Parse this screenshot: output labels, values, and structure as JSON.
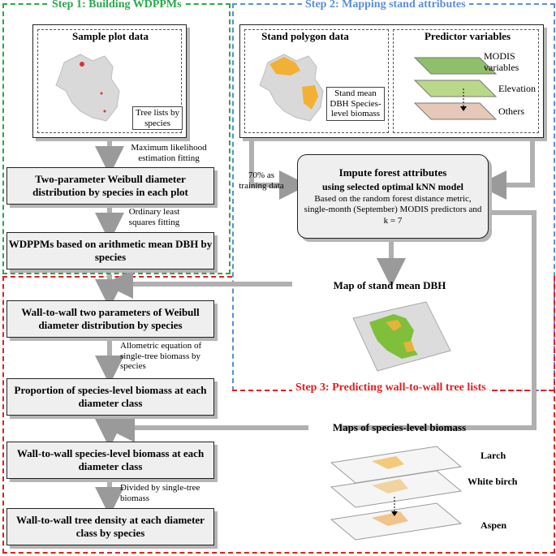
{
  "steps": {
    "step1": "Step 1: Building WDPPMs",
    "step2": "Step 2: Mapping stand attributes",
    "step3": "Step 3: Predicting wall-to-wall tree lists"
  },
  "colors": {
    "step1": "#2aa84a",
    "step2": "#5b8ed6",
    "step3": "#e02020"
  },
  "panels": {
    "sample_plot": {
      "title": "Sample plot data",
      "tag": "Tree lists by species"
    },
    "stand_polygon": {
      "title": "Stand polygon data",
      "tag": "Stand mean DBH Species-level biomass"
    },
    "predictor": {
      "title": "Predictor variables",
      "layers": [
        "MODIS variables",
        "Elevation",
        "Others"
      ]
    }
  },
  "left_flow": {
    "box1": "Two-parameter Weibull diameter distribution by species in each plot",
    "box2": "WDPPMs based on arithmetic mean DBH by species",
    "box3": "Wall-to-wall two parameters of  Weibull diameter distribution by species",
    "box4": "Proportion of species-level biomass at each diameter class",
    "box5": "Wall-to-wall species-level biomass at each diameter class",
    "box6": "Wall-to-wall tree density at each diameter class by species",
    "edge1": "Maximum likelihood estimation fitting",
    "edge2": "Ordinary least squares fitting",
    "edge3": "Allometric equation of single-tree biomass by species",
    "edge4": "Divided by single-tree biomass"
  },
  "impute": {
    "line1": "Impute forest attributes",
    "line2": "using selected optimal kNN model",
    "line3": "Based on the random forest distance metric, single-month (September) MODIS predictors and k = 7"
  },
  "training_label": "70% as training data",
  "map_dbh": "Map of stand mean DBH",
  "species_maps": {
    "title": "Maps of species-level biomass",
    "labels": [
      "Larch",
      "White birch",
      "Aspen"
    ]
  }
}
